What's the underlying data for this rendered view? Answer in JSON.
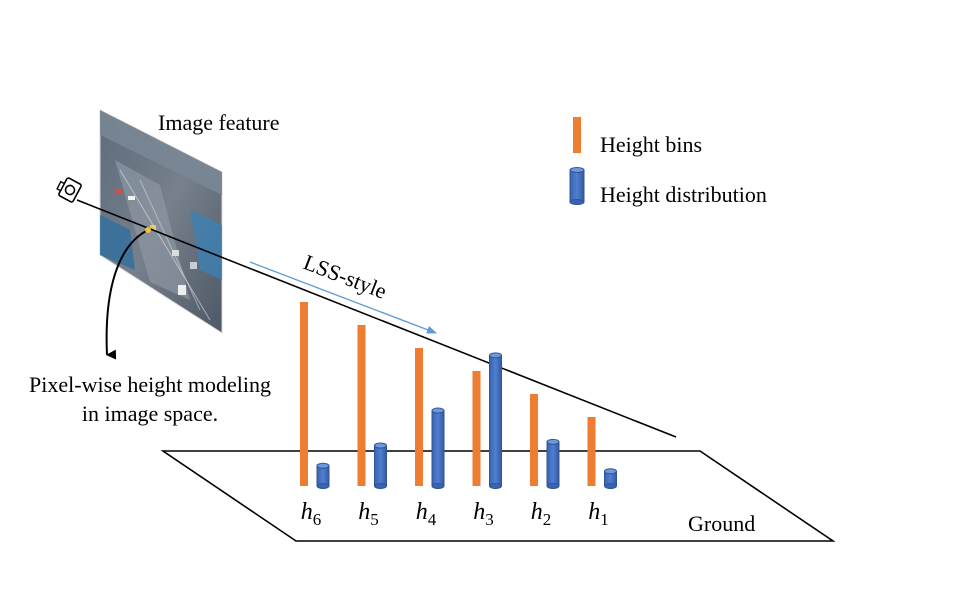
{
  "labels": {
    "image_feature": "Image feature",
    "lss_style": "LSS-style",
    "pixel_wise_line1": "Pixel-wise height modeling",
    "pixel_wise_line2": "in image space.",
    "ground": "Ground"
  },
  "legend": {
    "bins": "Height bins",
    "distribution": "Height distribution"
  },
  "icons": {
    "camera": "camera-icon",
    "street_image": "street-scene-image"
  },
  "colors": {
    "orange": "#ED7D31",
    "blue": "#4472C4",
    "blue_dark": "#2F5597",
    "line": "#000000",
    "arrow": "#5B9BD5"
  },
  "bins": [
    {
      "base": "h",
      "sub": "6",
      "bin_height": 1.0,
      "distribution": 0.11
    },
    {
      "base": "h",
      "sub": "5",
      "bin_height": 0.875,
      "distribution": 0.22
    },
    {
      "base": "h",
      "sub": "4",
      "bin_height": 0.75,
      "distribution": 0.41
    },
    {
      "base": "h",
      "sub": "3",
      "bin_height": 0.625,
      "distribution": 0.71
    },
    {
      "base": "h",
      "sub": "2",
      "bin_height": 0.5,
      "distribution": 0.24
    },
    {
      "base": "h",
      "sub": "1",
      "bin_height": 0.375,
      "distribution": 0.08
    }
  ]
}
